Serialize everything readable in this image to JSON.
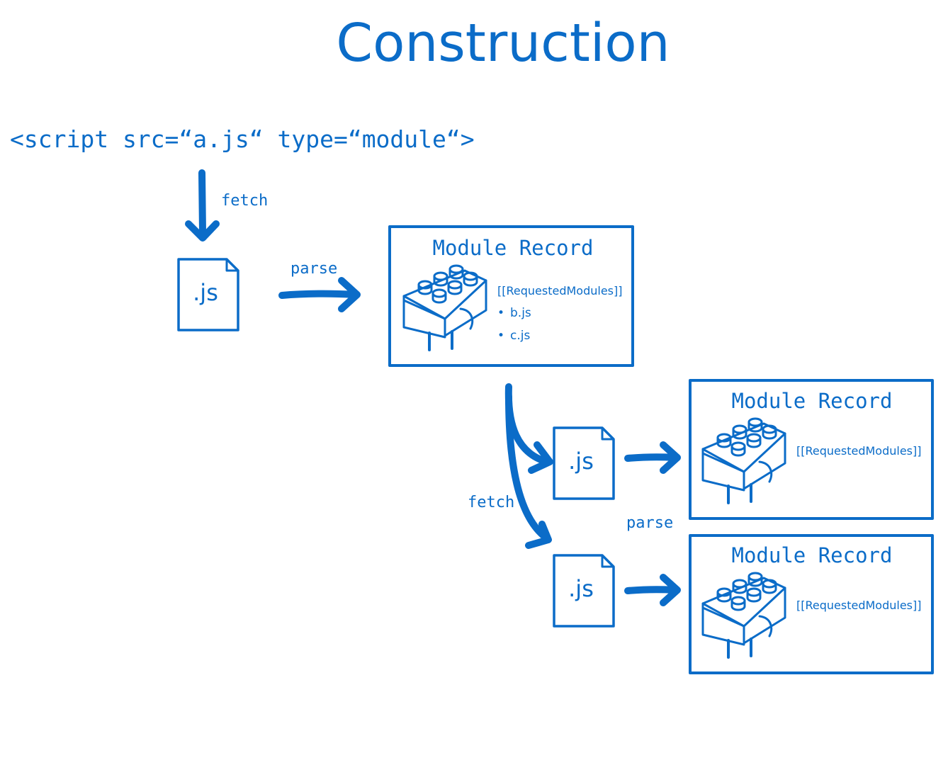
{
  "title": "Construction",
  "script_tag": "<script  src=“a.js“  type=“module“>",
  "labels": {
    "fetch_top": "fetch",
    "parse_top": "parse",
    "fetch_bottom": "fetch",
    "parse_bottom": "parse"
  },
  "files": {
    "a": ".js",
    "b": ".js",
    "c": ".js"
  },
  "records": {
    "main": {
      "title": "Module Record",
      "requested_label": "[[RequestedModules]]",
      "requested": [
        "b.js",
        "c.js"
      ],
      "bullet": "•"
    },
    "b": {
      "title": "Module Record",
      "requested_label": "[[RequestedModules]]"
    },
    "c": {
      "title": "Module Record",
      "requested_label": "[[RequestedModules]]"
    }
  },
  "colors": {
    "ink": "#0b6cc8",
    "background": "#ffffff"
  },
  "icons": [
    "file-icon",
    "lego-brick-icon",
    "arrow-icon"
  ]
}
